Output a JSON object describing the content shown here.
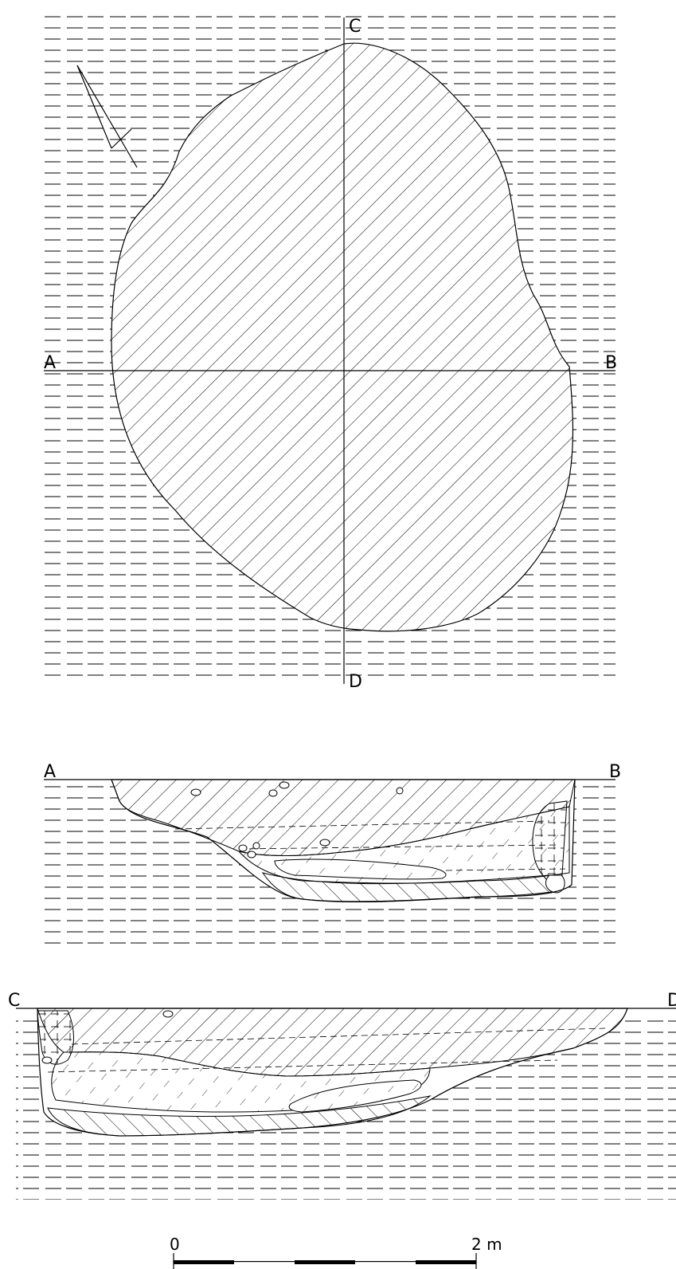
{
  "plan": {
    "section_labels": {
      "a": "A",
      "b": "B",
      "c": "C",
      "d": "D"
    }
  },
  "section_ab": {
    "labels": {
      "start": "A",
      "end": "B"
    }
  },
  "section_cd": {
    "labels": {
      "start": "C",
      "end": "D"
    }
  },
  "scale_bar": {
    "start_label": "0",
    "end_label": "2 m",
    "segments": 5
  },
  "colors": {
    "ink": "#000000",
    "paper": "#ffffff"
  }
}
